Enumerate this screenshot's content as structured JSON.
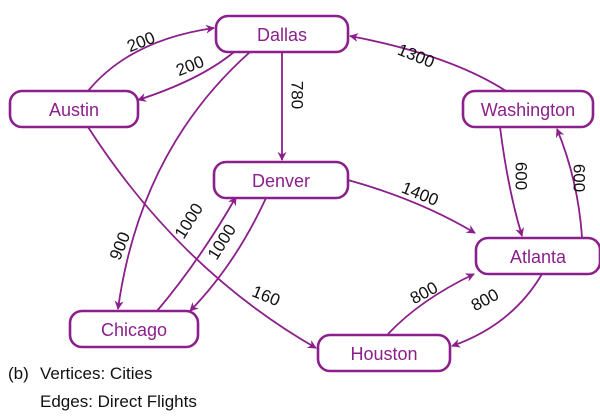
{
  "colors": {
    "node_border": "#8b1f8b",
    "node_text": "#8b1f8b",
    "edge": "#8b1f8b",
    "label": "#111111"
  },
  "nodes": [
    {
      "id": "dallas",
      "label": "Dallas"
    },
    {
      "id": "austin",
      "label": "Austin"
    },
    {
      "id": "washington",
      "label": "Washington"
    },
    {
      "id": "denver",
      "label": "Denver"
    },
    {
      "id": "atlanta",
      "label": "Atlanta"
    },
    {
      "id": "chicago",
      "label": "Chicago"
    },
    {
      "id": "houston",
      "label": "Houston"
    }
  ],
  "edges": [
    {
      "from": "austin",
      "to": "dallas",
      "weight": "200"
    },
    {
      "from": "dallas",
      "to": "austin",
      "weight": "200"
    },
    {
      "from": "dallas",
      "to": "denver",
      "weight": "780"
    },
    {
      "from": "washington",
      "to": "dallas",
      "weight": "1300"
    },
    {
      "from": "washington",
      "to": "atlanta",
      "weight": "600"
    },
    {
      "from": "atlanta",
      "to": "washington",
      "weight": "600"
    },
    {
      "from": "denver",
      "to": "atlanta",
      "weight": "1400"
    },
    {
      "from": "dallas",
      "to": "chicago",
      "weight": "900"
    },
    {
      "from": "chicago",
      "to": "denver",
      "weight": "1000"
    },
    {
      "from": "denver",
      "to": "chicago",
      "weight": "1000"
    },
    {
      "from": "austin",
      "to": "houston",
      "weight": "160"
    },
    {
      "from": "houston",
      "to": "atlanta",
      "weight": "800"
    },
    {
      "from": "atlanta",
      "to": "houston",
      "weight": "800"
    }
  ],
  "caption": {
    "prefix": "(b)",
    "line1": "Vertices: Cities",
    "line2": "Edges: Direct Flights"
  }
}
